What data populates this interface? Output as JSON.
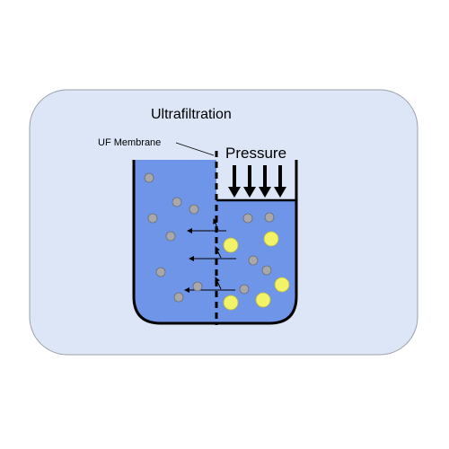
{
  "title": "Ultrafiltration",
  "membrane_label": "UF Membrane",
  "pressure_label": "Pressure",
  "colors": {
    "panel_fill": "#dde6f7",
    "panel_stroke": "#9aa0aa",
    "water": "#6f95e8",
    "small_particle": "#a8a8ac",
    "large_particle": "#f3f36a",
    "outline": "#000000"
  },
  "particles": {
    "small_count": 13,
    "large_count": 5
  }
}
